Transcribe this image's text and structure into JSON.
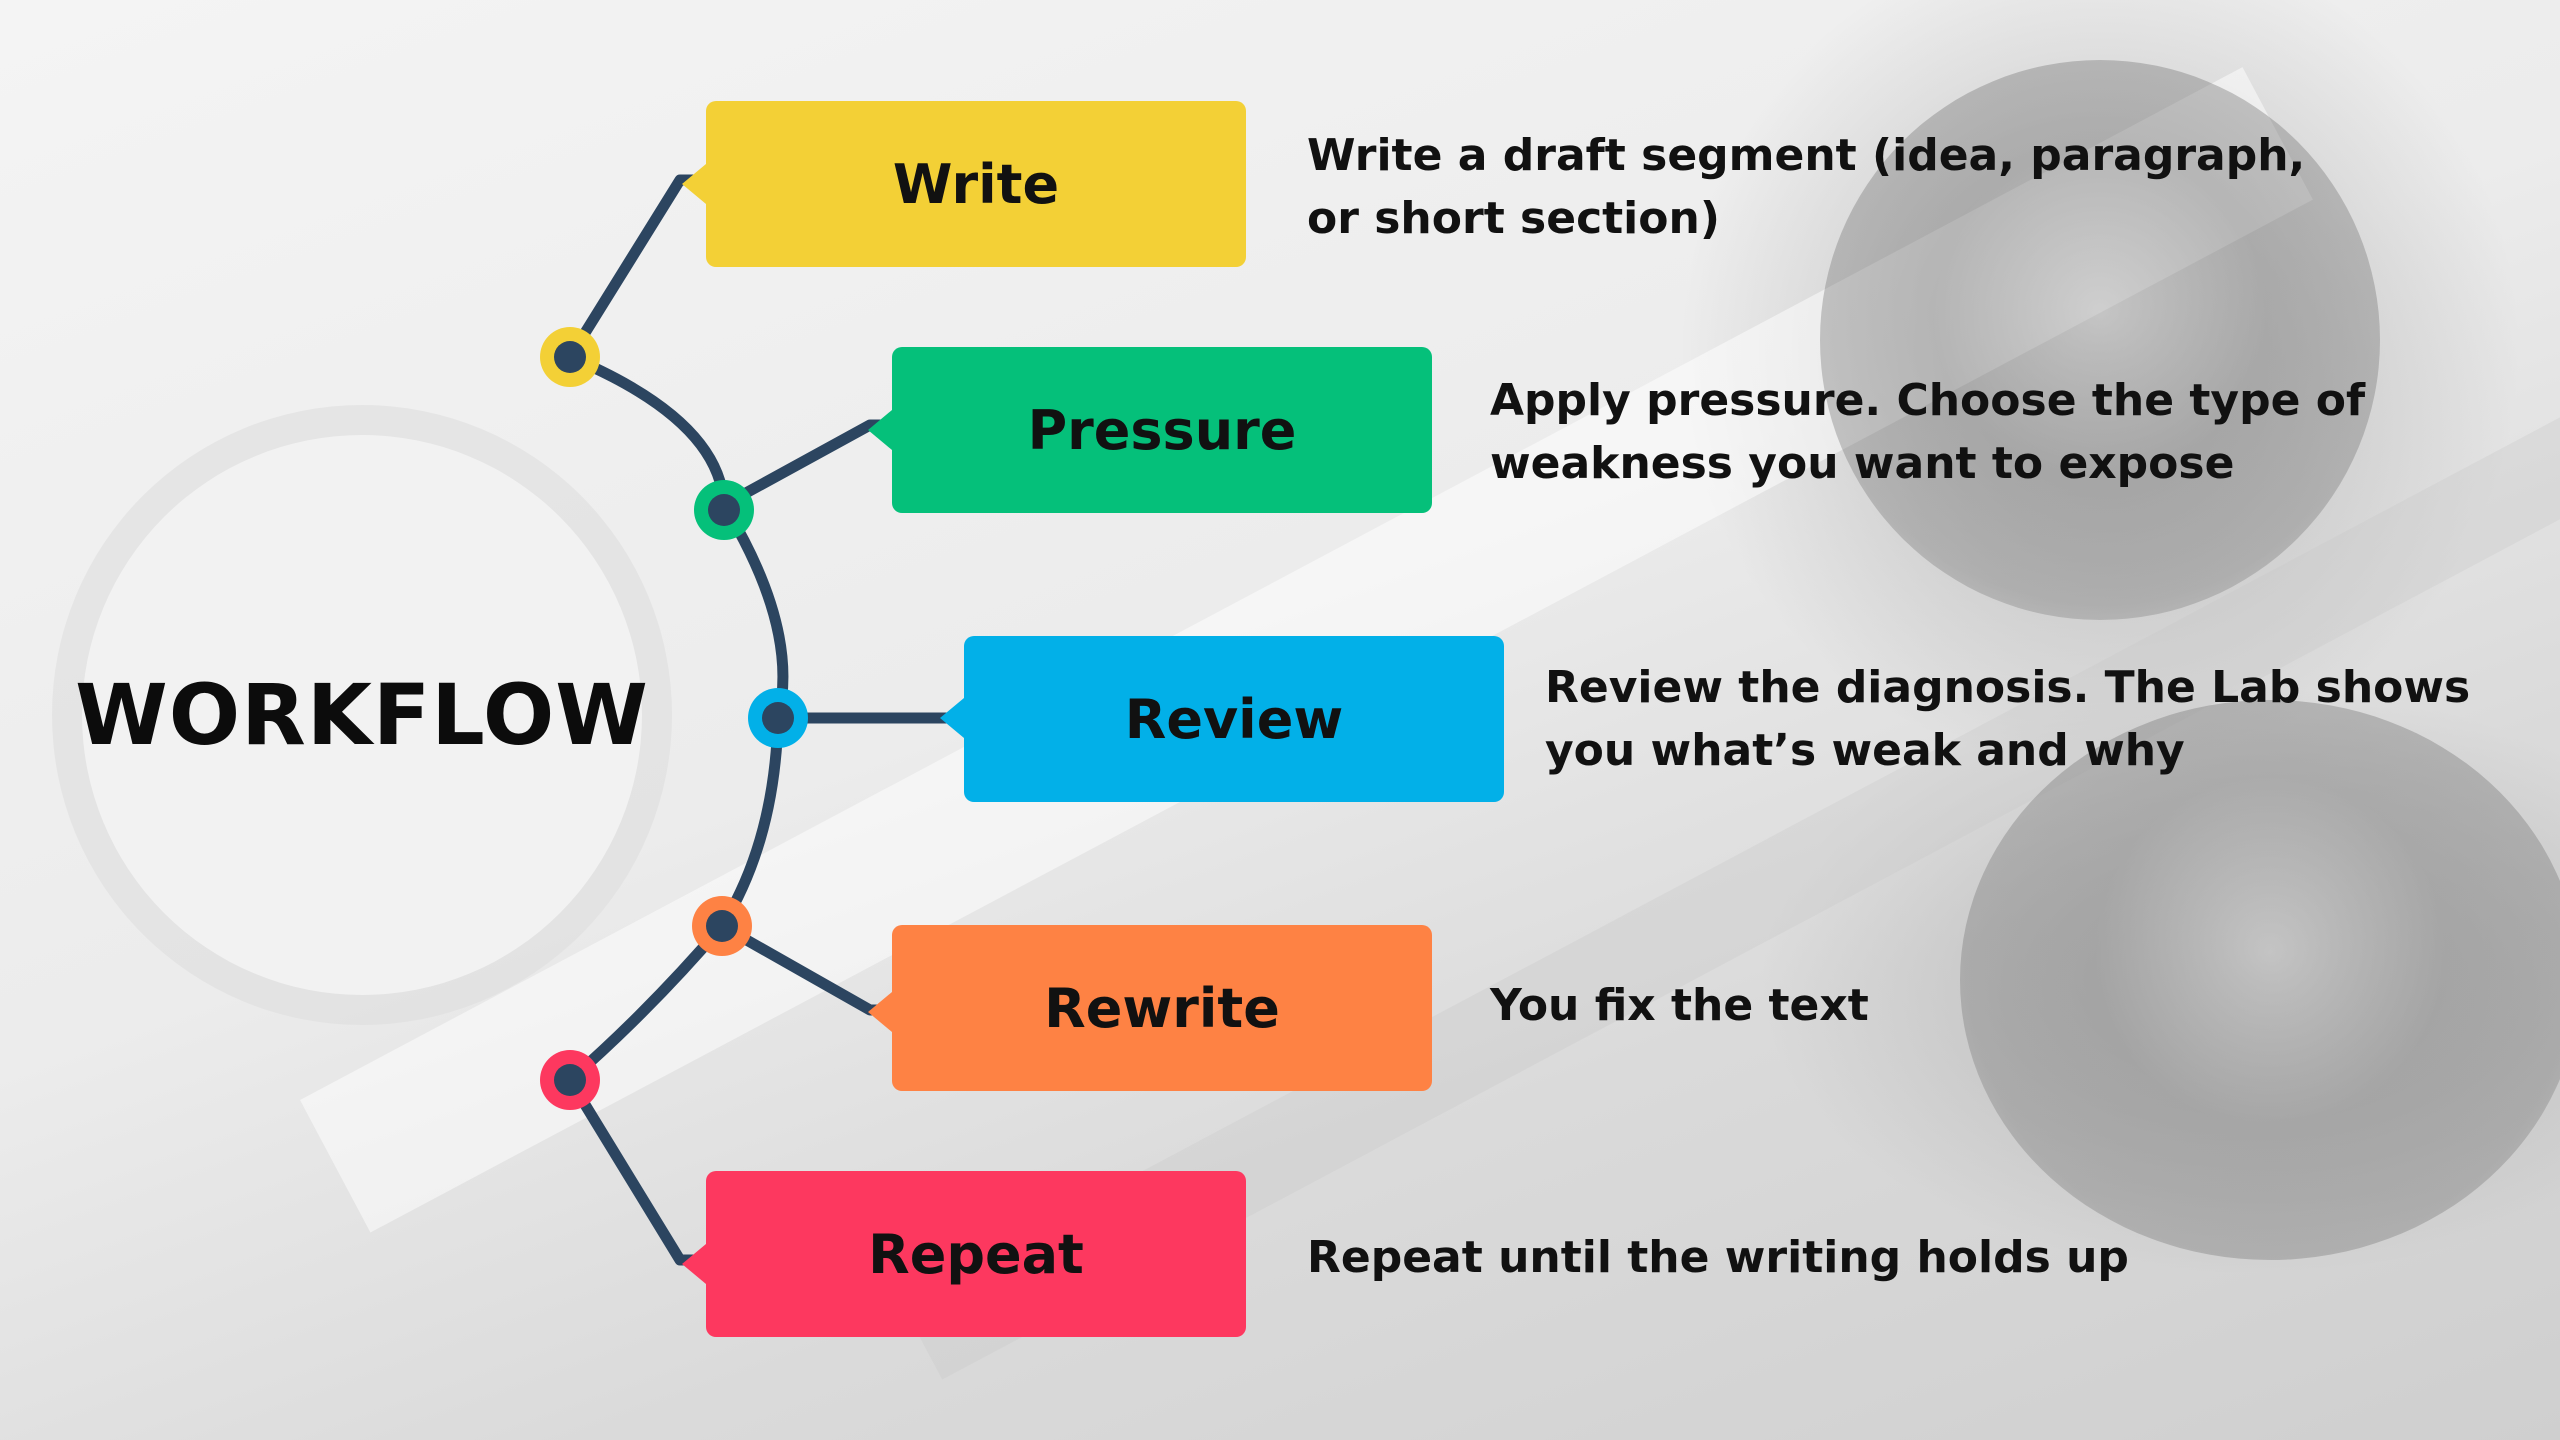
{
  "title": "WORKFLOW",
  "colors": {
    "write": "#f3d036",
    "pressure": "#05c07a",
    "review": "#02b0e8",
    "rewrite": "#fe8244",
    "repeat": "#fd385f",
    "connector": "#2c4560"
  },
  "steps": [
    {
      "label": "Write",
      "description": "Write a draft segment (idea, paragraph, or short section)"
    },
    {
      "label": "Pressure",
      "description": "Apply pressure. Choose the type of weakness you want to expose"
    },
    {
      "label": "Review",
      "description": "Review the diagnosis. The Lab shows you what’s weak and why"
    },
    {
      "label": "Rewrite",
      "description": "You fix the text"
    },
    {
      "label": "Repeat",
      "description": "Repeat until the writing holds up"
    }
  ]
}
